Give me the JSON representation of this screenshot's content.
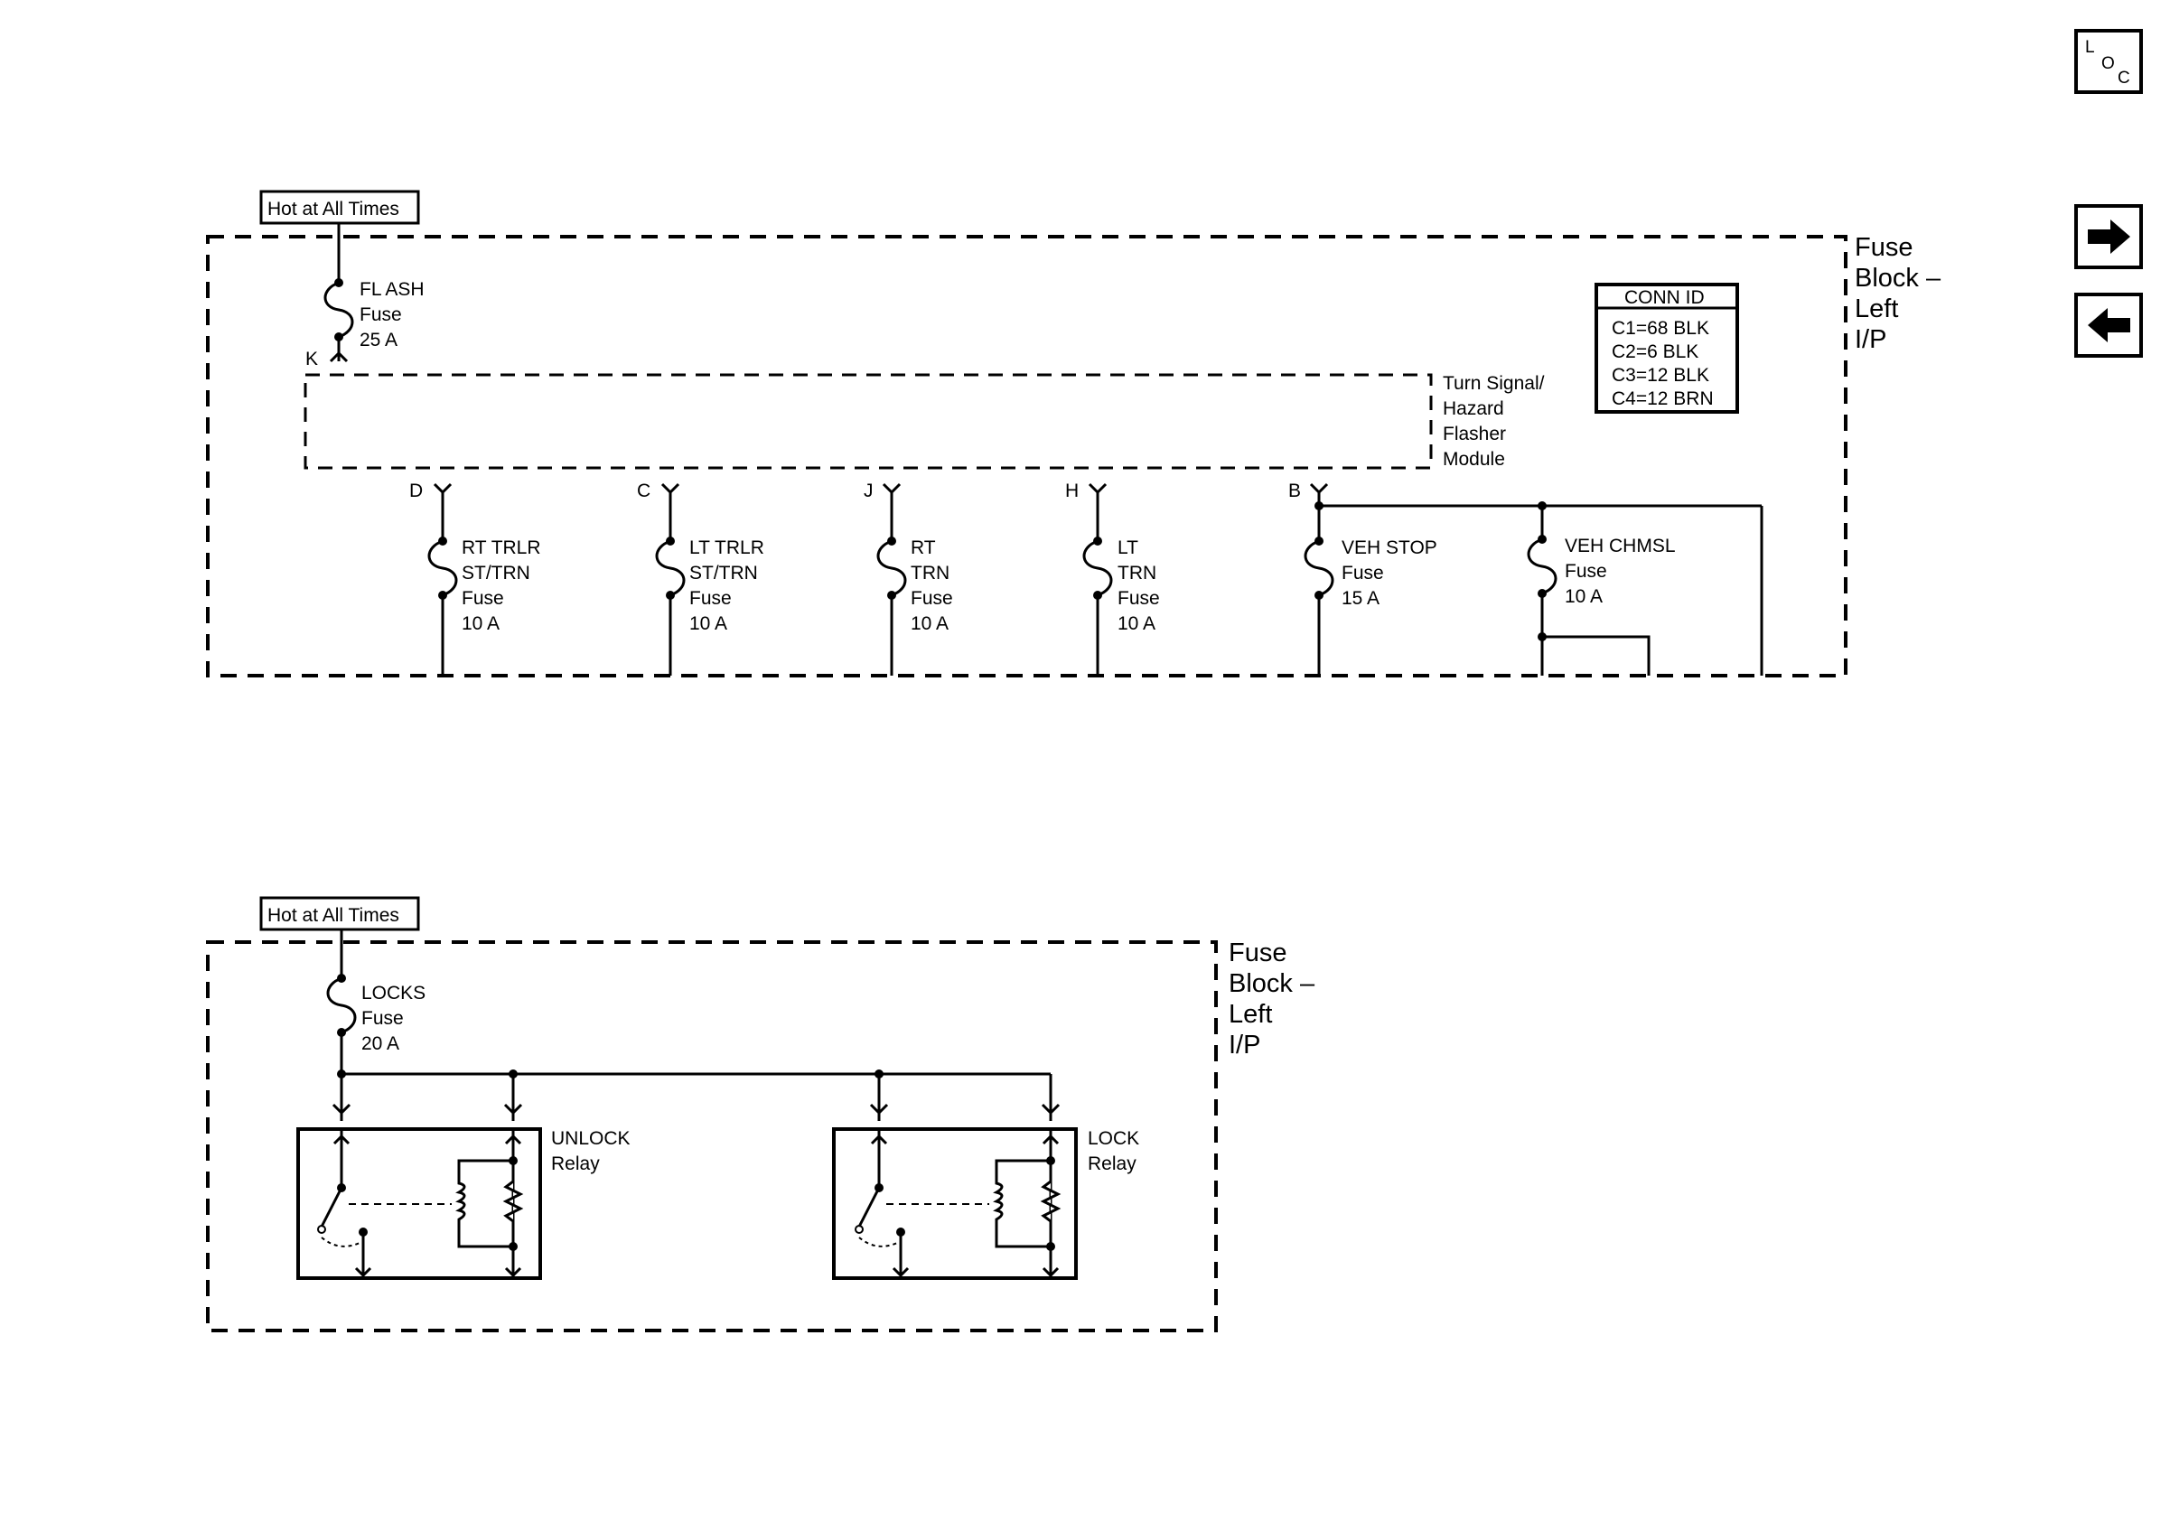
{
  "nav": {
    "loc_l": "L",
    "loc_o": "O",
    "loc_c": "C",
    "forward_icon": "right-arrow",
    "back_icon": "left-arrow"
  },
  "top": {
    "hot_label": "Hot at All Times",
    "block_label": [
      "Fuse",
      "Block –",
      "Left",
      "I/P"
    ],
    "flash_fuse": [
      "FL ASH",
      "Fuse",
      "25 A"
    ],
    "module_pin": "K",
    "module_label": [
      "Turn Signal/",
      "Hazard",
      "Flasher",
      "Module"
    ],
    "conn_id": {
      "title": "CONN ID",
      "rows": [
        "C1=68 BLK",
        "C2=6 BLK",
        "C3=12 BLK",
        "C4=12 BRN"
      ]
    },
    "outputs": [
      {
        "pin": "D",
        "label": [
          "RT TRLR",
          "ST/TRN",
          "Fuse",
          "10 A"
        ]
      },
      {
        "pin": "C",
        "label": [
          "LT TRLR",
          "ST/TRN",
          "Fuse",
          "10 A"
        ]
      },
      {
        "pin": "J",
        "label": [
          "RT",
          "TRN",
          "Fuse",
          "10 A"
        ]
      },
      {
        "pin": "H",
        "label": [
          "LT",
          "TRN",
          "Fuse",
          "10 A"
        ]
      },
      {
        "pin": "B",
        "label": [
          "VEH STOP",
          "Fuse",
          "15 A"
        ]
      }
    ],
    "chmsl_fuse": [
      "VEH CHMSL",
      "Fuse",
      "10 A"
    ]
  },
  "bottom": {
    "hot_label": "Hot at All Times",
    "block_label": [
      "Fuse",
      "Block –",
      "Left",
      "I/P"
    ],
    "locks_fuse": [
      "LOCKS",
      "Fuse",
      "20 A"
    ],
    "relays": [
      {
        "label": [
          "UNLOCK",
          "Relay"
        ]
      },
      {
        "label": [
          "LOCK",
          "Relay"
        ]
      }
    ]
  }
}
